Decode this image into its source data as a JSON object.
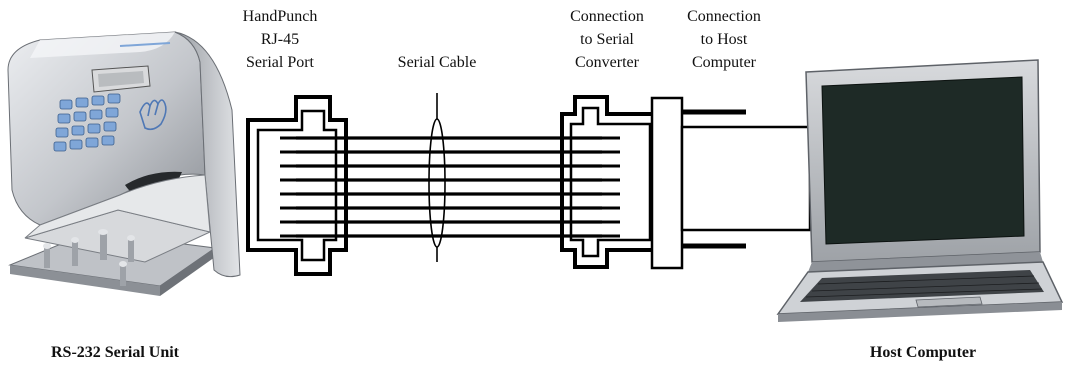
{
  "labels": {
    "handpunch_port": [
      "HandPunch",
      "RJ-45",
      "Serial Port"
    ],
    "serial_cable": "Serial Cable",
    "serial_converter": [
      "Connection",
      "to Serial",
      "Converter"
    ],
    "host_connection": [
      "Connection",
      "to Host",
      "Computer"
    ],
    "serial_unit": "RS-232 Serial Unit",
    "host_computer": "Host Computer"
  },
  "colors": {
    "ink": "#000000",
    "device_light": "#d4d6da",
    "device_mid": "#a9adb3",
    "device_dark": "#5e6268",
    "keypad_blue": "#7fa6d8",
    "screen_dark": "#1e2a26",
    "cable": "#000000"
  },
  "icons": {
    "serial_unit": "handpunch-terminal-icon",
    "host_computer": "laptop-computer-icon"
  }
}
